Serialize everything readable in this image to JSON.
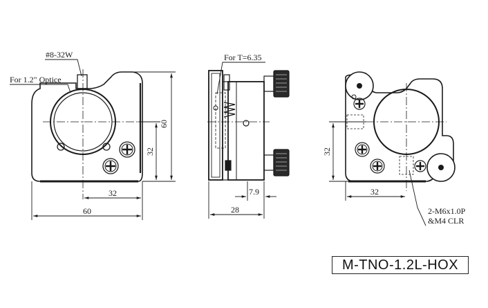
{
  "labels": {
    "thread": "#8-32W",
    "optic": "For 1.2\" Optice",
    "thickness": "For T=6.35",
    "screws_line1": "2-M6x1.0P",
    "screws_line2": "&M4 CLR"
  },
  "dimensions": {
    "front_height": "60",
    "front_center_height": "32",
    "front_center_width": "32",
    "front_width": "60",
    "side_depth": "28",
    "side_offset": "7.9",
    "back_center_height": "32",
    "back_center_width": "32"
  },
  "model": "M-TNO-1.2L-HOX",
  "colors": {
    "line": "#1a1a1a",
    "body": "#3a3a3a",
    "background": "#ffffff"
  }
}
